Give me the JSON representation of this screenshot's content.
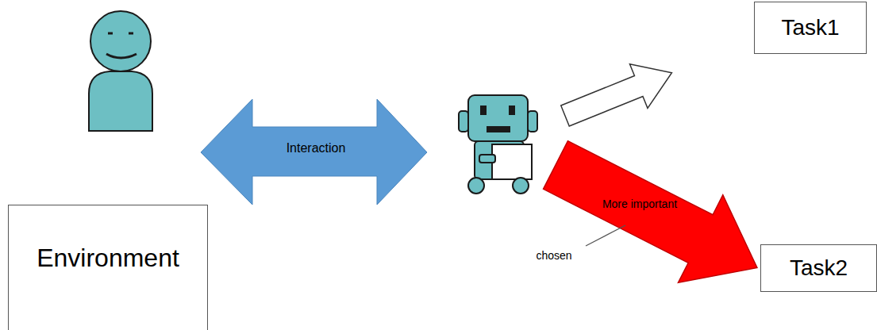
{
  "diagram": {
    "nodes": [
      {
        "text": [
          "Task1"
        ]
      },
      {
        "text": [
          "Environment"
        ]
      },
      {
        "text": [
          "Task2"
        ]
      }
    ],
    "labels": [
      "Interaction",
      "More important",
      "chosen"
    ]
  }
}
